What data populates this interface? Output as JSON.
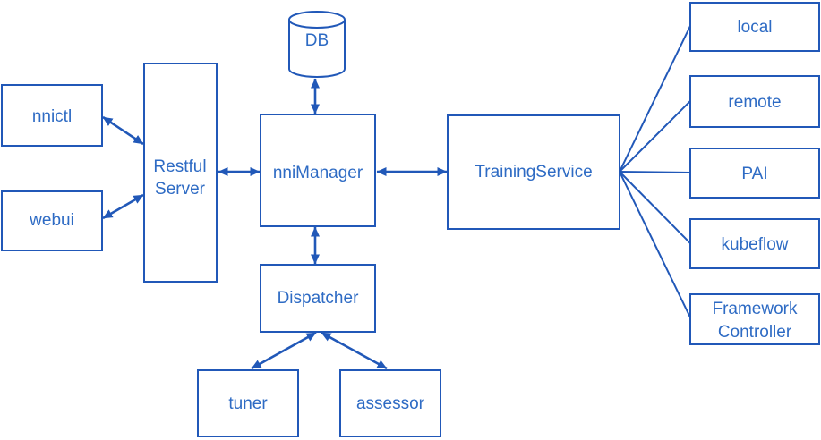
{
  "diagram": {
    "colors": {
      "line": "#2158b8",
      "text": "#2e6bc4",
      "background": "#ffffff"
    },
    "nodes": {
      "nnictl": {
        "label": "nnictl"
      },
      "webui": {
        "label": "webui"
      },
      "restful_server": {
        "line1": "Restful",
        "line2": "Server"
      },
      "db": {
        "label": "DB"
      },
      "nni_manager": {
        "label": "nniManager"
      },
      "training_service": {
        "label": "TrainingService"
      },
      "dispatcher": {
        "label": "Dispatcher"
      },
      "tuner": {
        "label": "tuner"
      },
      "assessor": {
        "label": "assessor"
      },
      "local": {
        "label": "local"
      },
      "remote": {
        "label": "remote"
      },
      "pai": {
        "label": "PAI"
      },
      "kubeflow": {
        "label": "kubeflow"
      },
      "framework_controller": {
        "line1": "Framework",
        "line2": "Controller"
      }
    }
  }
}
